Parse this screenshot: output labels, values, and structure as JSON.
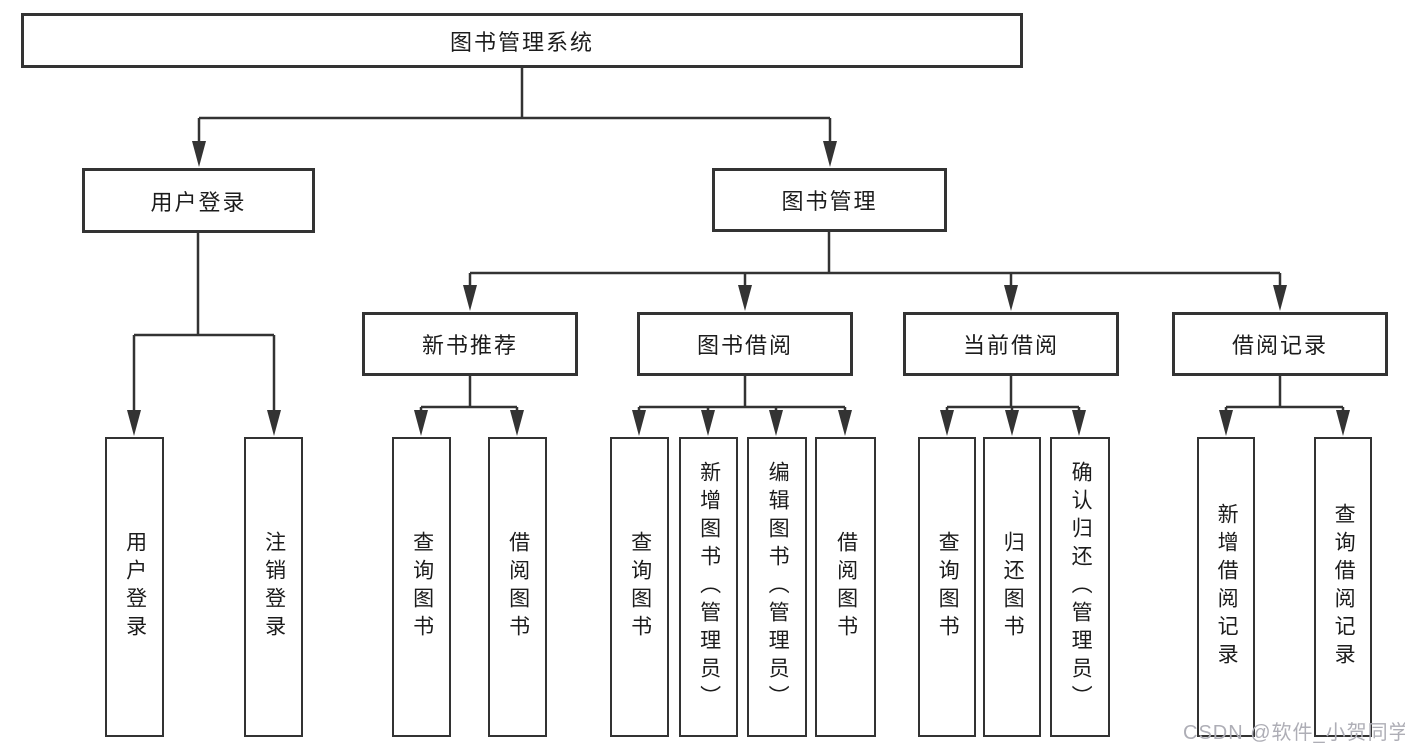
{
  "tree": {
    "root": {
      "label": "图书管理系统"
    },
    "branches": [
      {
        "label": "用户登录",
        "children": [
          {
            "label": "用户登录"
          },
          {
            "label": "注销登录"
          }
        ]
      },
      {
        "label": "图书管理",
        "children": [
          {
            "label": "新书推荐",
            "children": [
              {
                "label": "查询图书"
              },
              {
                "label": "借阅图书"
              }
            ]
          },
          {
            "label": "图书借阅",
            "children": [
              {
                "label": "查询图书"
              },
              {
                "label": "新增图书（管理员）"
              },
              {
                "label": "编辑图书（管理员）"
              },
              {
                "label": "借阅图书"
              }
            ]
          },
          {
            "label": "当前借阅",
            "children": [
              {
                "label": "查询图书"
              },
              {
                "label": "归还图书"
              },
              {
                "label": "确认归还（管理员）"
              }
            ]
          },
          {
            "label": "借阅记录",
            "children": [
              {
                "label": "新增借阅记录"
              },
              {
                "label": "查询借阅记录"
              }
            ]
          }
        ]
      }
    ]
  },
  "watermark": {
    "text": "CSDN @软件_小贺同学"
  },
  "colors": {
    "line": "#333333",
    "text": "#1c1c1c",
    "watermark": "#aeaeb6",
    "background": "#ffffff"
  }
}
